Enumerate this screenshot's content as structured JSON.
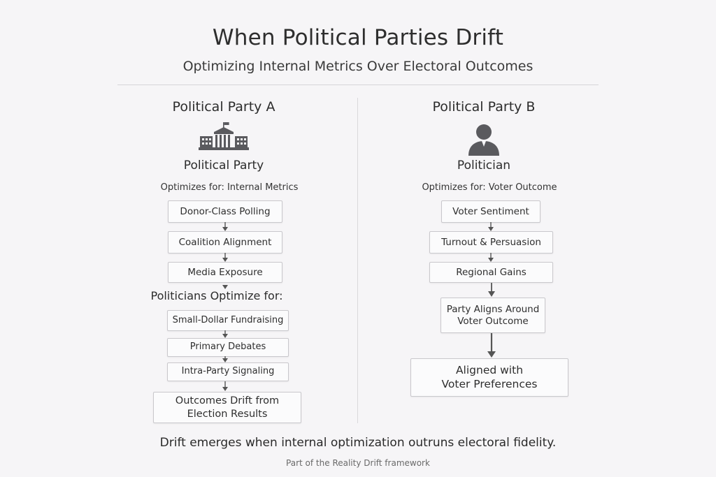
{
  "title": "When Political Parties Drift",
  "subtitle": "Optimizing Internal Metrics Over Electoral Outcomes",
  "left": {
    "heading": "Political Party A",
    "icon": "government-building-icon",
    "role": "Political Party",
    "optimizes": "Optimizes for: Internal Metrics",
    "steps": [
      "Donor-Class Polling",
      "Coalition Alignment",
      "Media Exposure"
    ],
    "section": "Politicians Optimize for:",
    "sub_steps": [
      "Small-Dollar Fundraising",
      "Primary Debates",
      "Intra-Party Signaling"
    ],
    "outcome": "Outcomes Drift from\nElection Results"
  },
  "right": {
    "heading": "Political Party B",
    "icon": "person-icon",
    "role": "Politician",
    "optimizes": "Optimizes for: Voter Outcome",
    "steps": [
      "Voter Sentiment",
      "Turnout & Persuasion",
      "Regional Gains"
    ],
    "align": "Party Aligns Around\nVoter Outcome",
    "outcome": "Aligned with\nVoter Preferences"
  },
  "footer": "Drift emerges when internal optimization outruns electoral fidelity.",
  "credit": "Part of the Reality Drift framework",
  "colors": {
    "icon": "#5a5a5e",
    "arrow": "#555555",
    "box_border": "#c9c8cc"
  }
}
